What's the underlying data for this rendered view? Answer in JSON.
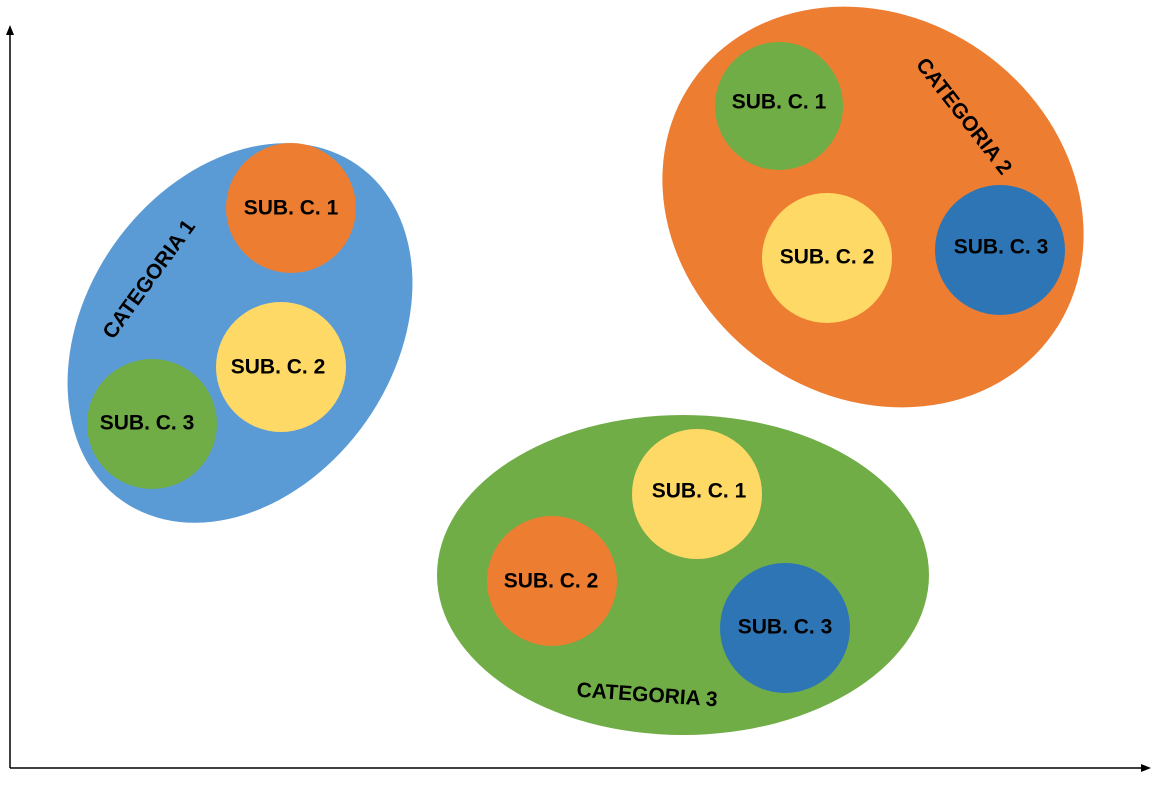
{
  "colors": {
    "blue_light": "#5b9bd5",
    "blue_dark": "#2e75b6",
    "orange": "#ed7d31",
    "green": "#70ad47",
    "yellow": "#ffd966",
    "axis": "#000000",
    "text": "#000000"
  },
  "categories": [
    {
      "label": "CATEGORIA 1",
      "color": "#5b9bd5",
      "subcategories": [
        {
          "label": "SUB. C. 1",
          "color": "#ed7d31"
        },
        {
          "label": "SUB. C. 2",
          "color": "#ffd966"
        },
        {
          "label": "SUB. C. 3",
          "color": "#70ad47"
        }
      ]
    },
    {
      "label": "CATEGORIA 2",
      "color": "#ed7d31",
      "subcategories": [
        {
          "label": "SUB. C. 1",
          "color": "#70ad47"
        },
        {
          "label": "SUB. C. 2",
          "color": "#ffd966"
        },
        {
          "label": "SUB. C. 3",
          "color": "#2e75b6"
        }
      ]
    },
    {
      "label": "CATEGORIA 3",
      "color": "#70ad47",
      "subcategories": [
        {
          "label": "SUB. C. 1",
          "color": "#ffd966"
        },
        {
          "label": "SUB. C. 2",
          "color": "#ed7d31"
        },
        {
          "label": "SUB. C. 3",
          "color": "#2e75b6"
        }
      ]
    }
  ]
}
